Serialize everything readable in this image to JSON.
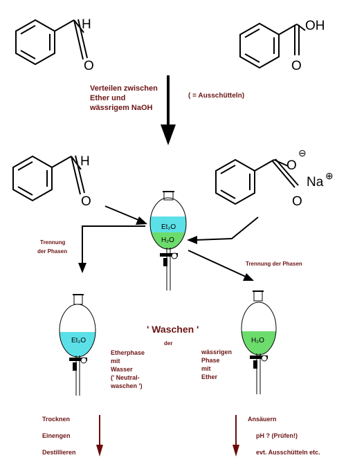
{
  "top": {
    "aldehyde_h": "H",
    "aldehyde_o": "O",
    "acid_oh": "OH",
    "acid_o": "O"
  },
  "step1": {
    "line1": "Verteilen zwischen",
    "line2": "Ether und",
    "line3": "wässrigem NaOH",
    "note": "( = Ausschütteln)"
  },
  "middle": {
    "aldehyde_h": "H",
    "aldehyde_o": "O",
    "carboxylate_o_minus": "O",
    "carboxylate_o": "O",
    "minus": "⊖",
    "na": "Na",
    "plus": "⊕"
  },
  "funnel_center": {
    "upper_phase": "Et₂O",
    "lower_phase": "H₂O"
  },
  "separation_left": {
    "line1": "Trennung",
    "line2": "der Phasen"
  },
  "separation_right": {
    "line1": "Trennung der Phasen"
  },
  "wash": {
    "title": "' Waschen '",
    "sub": "der"
  },
  "funnel_left": {
    "phase": "Et₂O"
  },
  "funnel_right": {
    "phase": "H₂O"
  },
  "left_desc": {
    "l1": "Etherphase",
    "l2": "mit",
    "l3": "Wasser",
    "l4": "(' Neutral-",
    "l5": "waschen ')"
  },
  "right_desc": {
    "l1": "wässrigen",
    "l2": "Phase",
    "l3": "mit",
    "l4": "Ether"
  },
  "left_steps": [
    "Trocknen",
    "Einengen",
    "Destillieren"
  ],
  "right_steps": [
    "Ansäuern",
    "pH ? (Prüfen!)",
    "evt. Ausschütteln etc."
  ],
  "colors": {
    "ether": "#5ce0e8",
    "water": "#6cdc6c",
    "label": "#6b1414",
    "arrow_dark": "#6b0a0a"
  }
}
